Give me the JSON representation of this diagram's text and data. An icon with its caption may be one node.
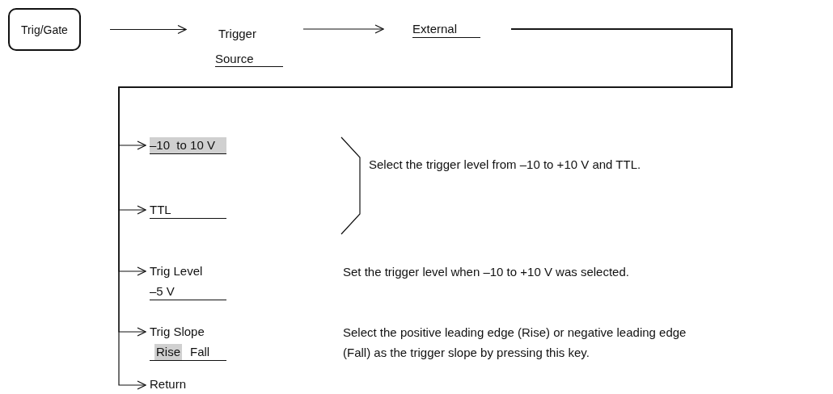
{
  "diagram": {
    "nodes": [
      {
        "text": [
          "Trig/Gate"
        ]
      },
      {
        "text": [
          "Trigger Source"
        ]
      },
      {
        "text": [
          "External"
        ]
      },
      {
        "text": [
          "–10  to 10 V"
        ]
      },
      {
        "text": [
          "TTL"
        ]
      },
      {
        "text": [
          "Trig Level",
          "–5 V"
        ]
      },
      {
        "text": [
          "Trig Slope",
          "Rise",
          "Fall"
        ]
      },
      {
        "text": [
          "Return"
        ]
      }
    ],
    "edges": [
      {
        "from": 0,
        "to": 1,
        "arrow": "to"
      },
      {
        "from": 1,
        "to": 2,
        "arrow": "to"
      },
      {
        "from": 2,
        "to": 3,
        "arrow": "to"
      },
      {
        "from": 2,
        "to": 4,
        "arrow": "to"
      },
      {
        "from": 2,
        "to": 5,
        "arrow": "to"
      },
      {
        "from": 2,
        "to": 6,
        "arrow": "to"
      },
      {
        "from": 2,
        "to": 7,
        "arrow": "to"
      }
    ],
    "labels": [
      "Select the trigger level from –10 to +10 V and TTL.",
      "Set the trigger level when –10 to +10 V was selected.",
      "Select the positive leading edge (Rise) or negative leading edge (Fall) as the trigger slope by pressing this key."
    ]
  }
}
